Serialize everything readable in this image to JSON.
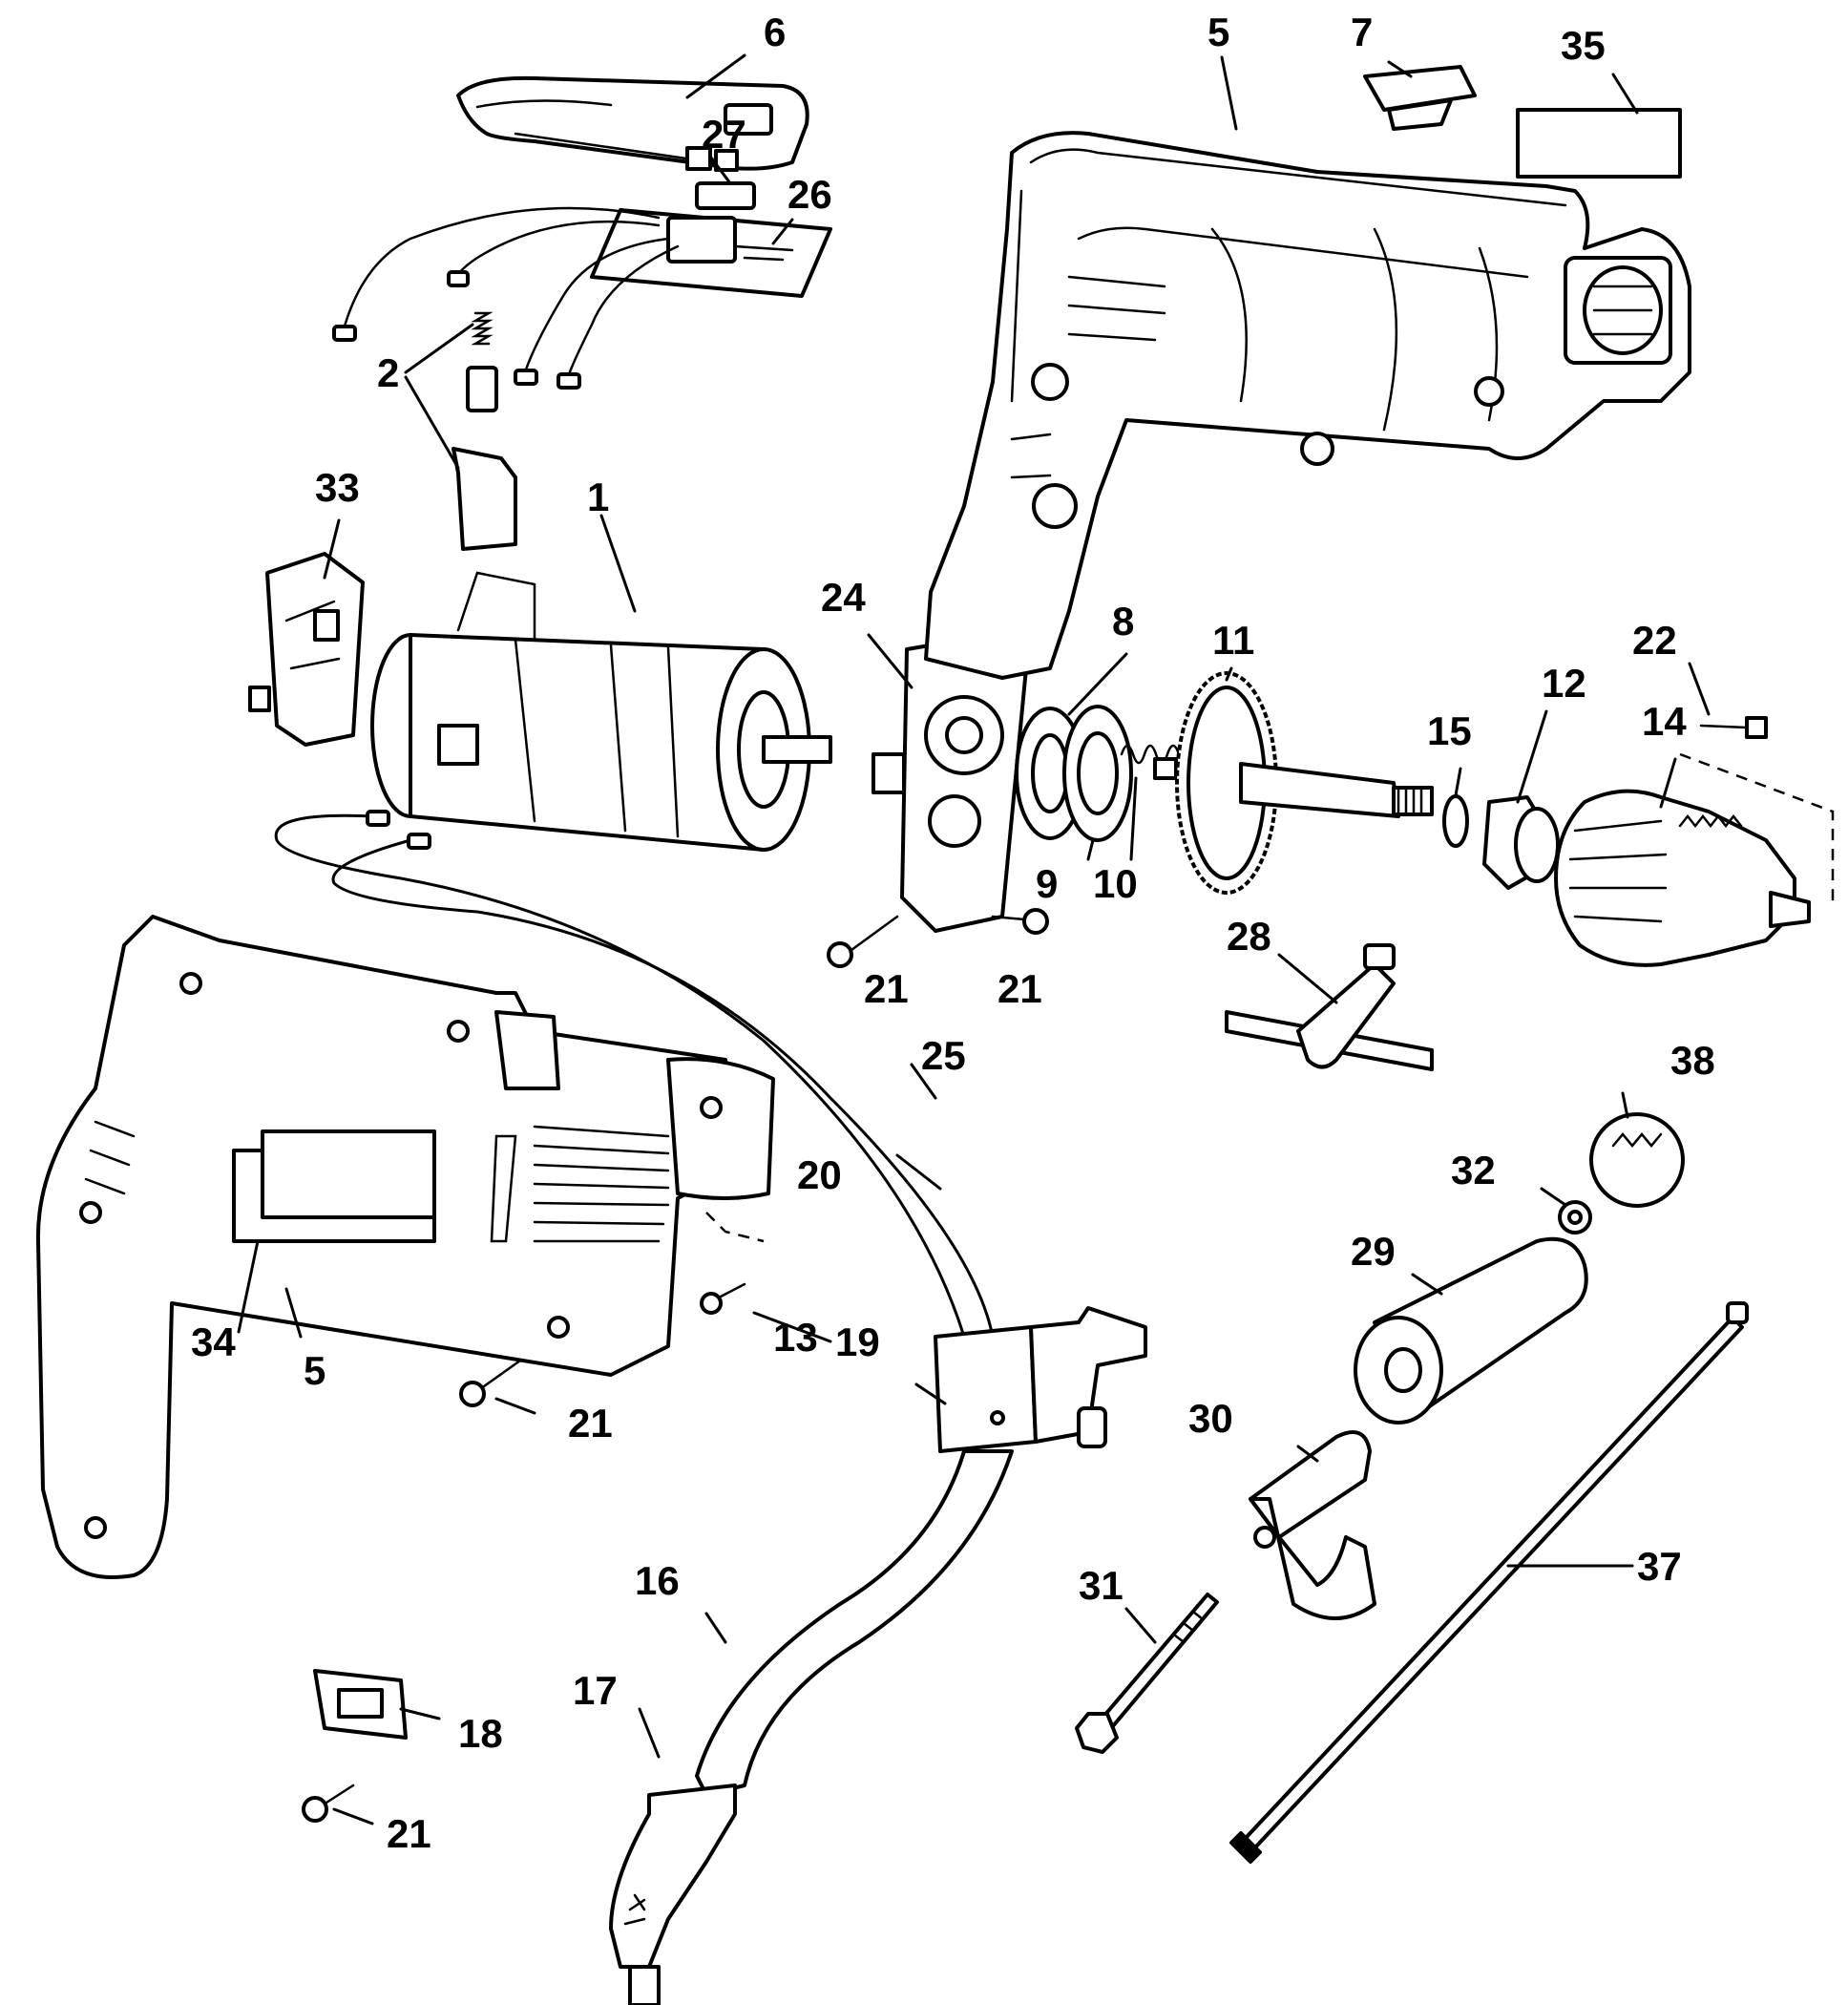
{
  "callouts": [
    {
      "key": "housing_top",
      "text": "5"
    },
    {
      "key": "housing_bottom",
      "text": "5"
    },
    {
      "key": "cover",
      "text": "6"
    },
    {
      "key": "slide",
      "text": "7"
    },
    {
      "key": "label_plate",
      "text": "35"
    },
    {
      "key": "switch_module",
      "text": "27"
    },
    {
      "key": "circuit_board",
      "text": "26"
    },
    {
      "key": "brush_assembly",
      "text": "2"
    },
    {
      "key": "brush_holder_cap",
      "text": "33"
    },
    {
      "key": "armature",
      "text": "1"
    },
    {
      "key": "bearing_plate",
      "text": "24"
    },
    {
      "key": "washer",
      "text": "8"
    },
    {
      "key": "gear",
      "text": "11"
    },
    {
      "key": "bearing_ring",
      "text": "9"
    },
    {
      "key": "spring",
      "text": "10"
    },
    {
      "key": "screw_top_right",
      "text": "22"
    },
    {
      "key": "seal",
      "text": "12"
    },
    {
      "key": "chuck",
      "text": "14"
    },
    {
      "key": "small_washer",
      "text": "15"
    },
    {
      "key": "screw_left",
      "text": "21"
    },
    {
      "key": "screw_right",
      "text": "21"
    },
    {
      "key": "chuck_key",
      "text": "28"
    },
    {
      "key": "lead_wire",
      "text": "25"
    },
    {
      "key": "cord_wire",
      "text": "20"
    },
    {
      "key": "depth_stop",
      "text": "38"
    },
    {
      "key": "nut",
      "text": "32"
    },
    {
      "key": "handle",
      "text": "29"
    },
    {
      "key": "handle_screw",
      "text": "13"
    },
    {
      "key": "label_panel",
      "text": "34"
    },
    {
      "key": "switch_screw",
      "text": "21"
    },
    {
      "key": "switch",
      "text": "19"
    },
    {
      "key": "clamp",
      "text": "30"
    },
    {
      "key": "bolt",
      "text": "31"
    },
    {
      "key": "rod",
      "text": "37"
    },
    {
      "key": "cord",
      "text": "16"
    },
    {
      "key": "strain_relief",
      "text": "17"
    },
    {
      "key": "cord_clamp",
      "text": "18"
    },
    {
      "key": "clamp_screw",
      "text": "21"
    }
  ],
  "icons": {
    "armature": "motor-armature-icon",
    "chuck": "drill-chuck-icon",
    "gear": "spur-gear-icon",
    "housing": "drill-housing-icon"
  }
}
